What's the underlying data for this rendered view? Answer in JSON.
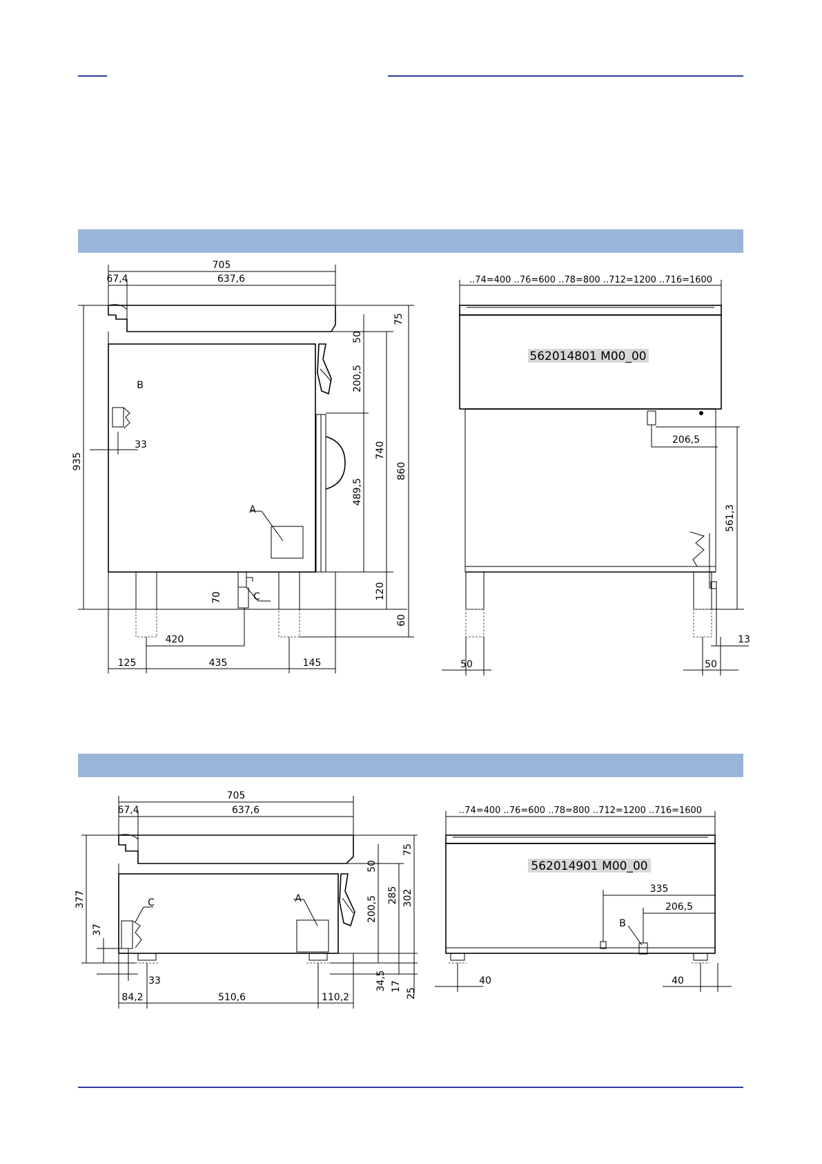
{
  "page": {
    "band_color": "#99b5d9",
    "rule_color": "#2b3a9a"
  },
  "drawing1": {
    "dims": {
      "d705": "705",
      "d67_4": "67,4",
      "d637_6": "637,6",
      "d935": "935",
      "d75": "75",
      "d50": "50",
      "d200_5": "200,5",
      "d740": "740",
      "d860": "860",
      "d489_5": "489,5",
      "d120": "120",
      "d60": "60",
      "d70": "70",
      "d33": "33",
      "d420": "420",
      "d125": "125",
      "d435": "435",
      "d145": "145"
    },
    "labels": {
      "a": "A",
      "b": "B",
      "c": "C"
    },
    "front": {
      "widths": "..74=400  ..76=600  ..78=800  ..712=1200  ..716=1600",
      "code": "562014801  M00_00",
      "d206_5": "206,5",
      "d561_3": "561,3",
      "d13": "13",
      "d50_left": "50",
      "d50_right": "50"
    }
  },
  "drawing2": {
    "dims": {
      "d705": "705",
      "d67_4": "67,4",
      "d637_6": "637,6",
      "d377": "377",
      "d37": "37",
      "d75": "75",
      "d50": "50",
      "d200_5": "200,5",
      "d285": "285",
      "d302": "302",
      "d34_5": "34,5",
      "d17": "17",
      "d25": "25",
      "d33": "33",
      "d84_2": "84,2",
      "d510_6": "510,6",
      "d110_2": "110,2"
    },
    "labels": {
      "a": "A",
      "c": "C"
    },
    "front": {
      "widths": "..74=400  ..76=600  ..78=800  ..712=1200  ..716=1600",
      "code": "562014901  M00_00",
      "d335": "335",
      "d206_5": "206,5",
      "b": "B",
      "d40_left": "40",
      "d40_right": "40"
    }
  }
}
